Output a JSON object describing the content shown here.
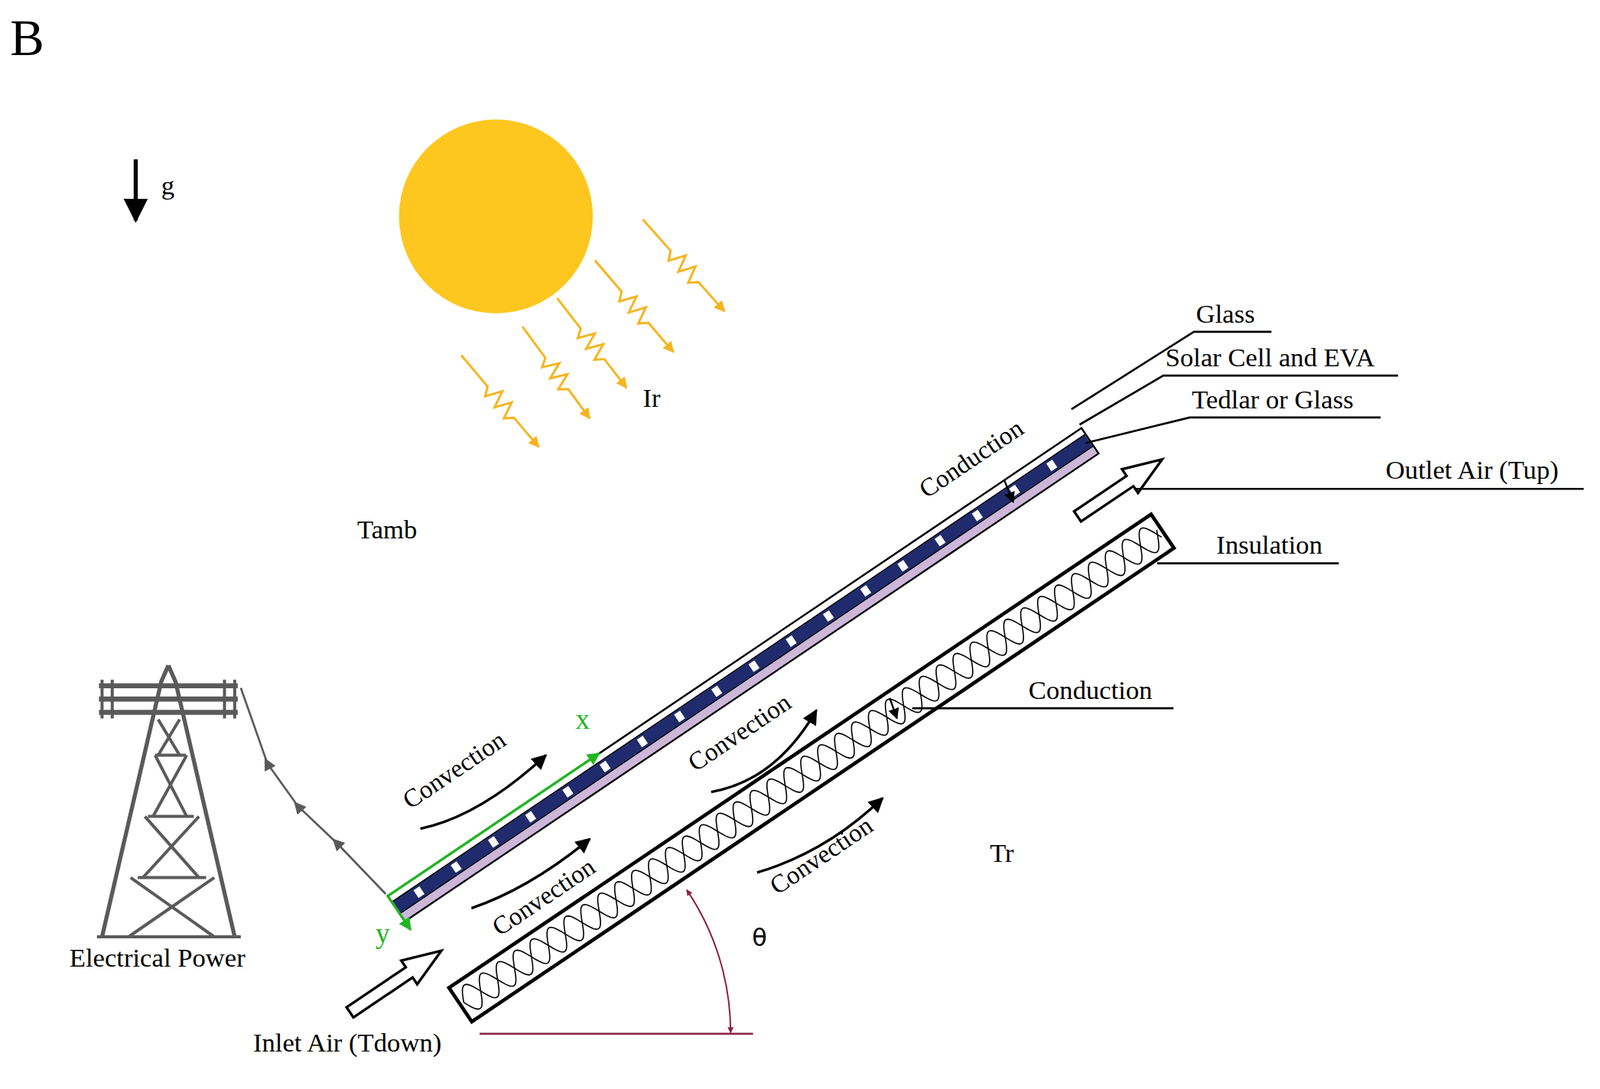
{
  "diagram": {
    "labels": [
      "B",
      "g",
      "Ir",
      "Tamb",
      "Glass",
      "Solar Cell and EVA",
      "Tedlar or Glass",
      "Conduction",
      "Outlet Air (Tup)",
      "Insulation",
      "Convection",
      "x",
      "Convection",
      "Conduction",
      "Electrical Power",
      "Convection",
      "y",
      "Tr",
      "Convection",
      "θ",
      "Inlet Air (Tdown)"
    ]
  }
}
